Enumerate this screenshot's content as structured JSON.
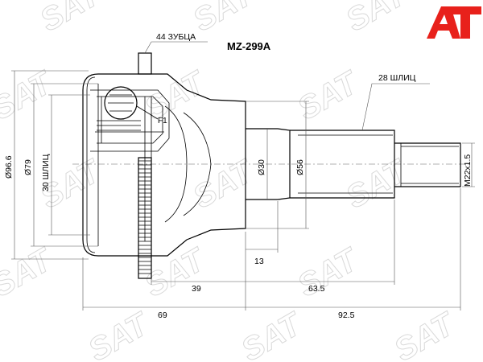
{
  "part_number": "MZ-299A",
  "brand_logo_text": "AT",
  "watermark_text": "SAT",
  "colors": {
    "brand_red": "#e8211b",
    "line": "#000000",
    "watermark": "#d9d9d9"
  },
  "callouts": {
    "teeth": "44 ЗУБЦА",
    "outer_splines": "28 ШЛИЦ",
    "inner_splines": "30 ШЛИЦ",
    "f1": "F1"
  },
  "dimensions": {
    "d_outer": "Ø96.6",
    "d_bell": "Ø79",
    "d_stem": "Ø30",
    "d_shoulder": "Ø56",
    "thread": "M22x1.5",
    "len_13": "13",
    "len_39": "39",
    "len_63_5": "63.5",
    "len_69": "69",
    "len_92_5": "92.5"
  }
}
